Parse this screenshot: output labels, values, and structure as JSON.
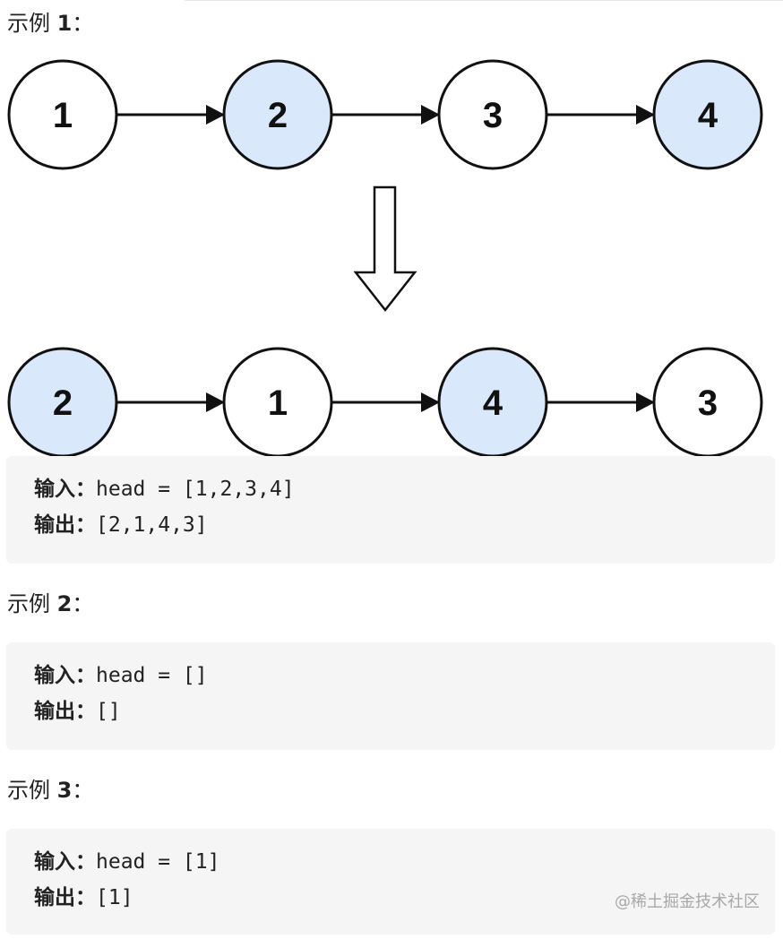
{
  "examples": [
    {
      "title_prefix": "示例 ",
      "number": "1",
      "colon": "：",
      "input_label": "输入：",
      "input_value": "head = [1,2,3,4]",
      "output_label": "输出：",
      "output_value": "[2,1,4,3]"
    },
    {
      "title_prefix": "示例 ",
      "number": "2",
      "colon": "：",
      "input_label": "输入：",
      "input_value": "head = []",
      "output_label": "输出：",
      "output_value": "[]"
    },
    {
      "title_prefix": "示例 ",
      "number": "3",
      "colon": "：",
      "input_label": "输入：",
      "input_value": "head = [1]",
      "output_label": "输出：",
      "output_value": "[1]"
    }
  ],
  "diagram": {
    "before": [
      {
        "label": "1",
        "highlight": false
      },
      {
        "label": "2",
        "highlight": true
      },
      {
        "label": "3",
        "highlight": false
      },
      {
        "label": "4",
        "highlight": true
      }
    ],
    "after": [
      {
        "label": "2",
        "highlight": true
      },
      {
        "label": "1",
        "highlight": false
      },
      {
        "label": "4",
        "highlight": true
      },
      {
        "label": "3",
        "highlight": false
      }
    ],
    "colors": {
      "highlight_fill": "#dae8fc",
      "plain_fill": "#ffffff",
      "stroke": "#111111"
    }
  },
  "watermark": "@稀土掘金技术社区"
}
